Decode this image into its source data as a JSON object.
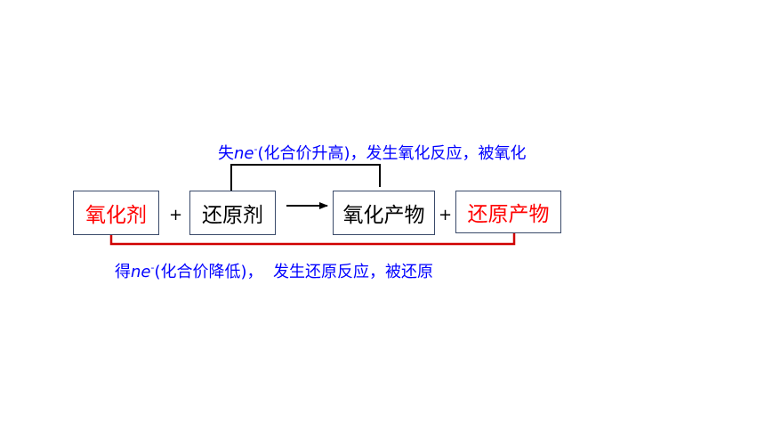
{
  "top_label": {
    "prefix": "失",
    "n": "n",
    "e": "e",
    "sup": "-",
    "rest": "(化合价升高)，发生氧化反应，被氧化"
  },
  "bottom_label": {
    "prefix": "得",
    "n": "n",
    "e": "e",
    "sup": "-",
    "rest": "(化合价降低)，  发生还原反应，被还原"
  },
  "boxes": {
    "oxidant": "氧化剂",
    "reductant": "还原剂",
    "oxidation_product": "氧化产物",
    "reduction_product": "还原产物"
  },
  "plus_sign": "+",
  "colors": {
    "label_blue": "#0000ff",
    "highlight_red": "#ff0000",
    "bracket_red": "#d00000",
    "box_border": "#3a4a6a"
  }
}
